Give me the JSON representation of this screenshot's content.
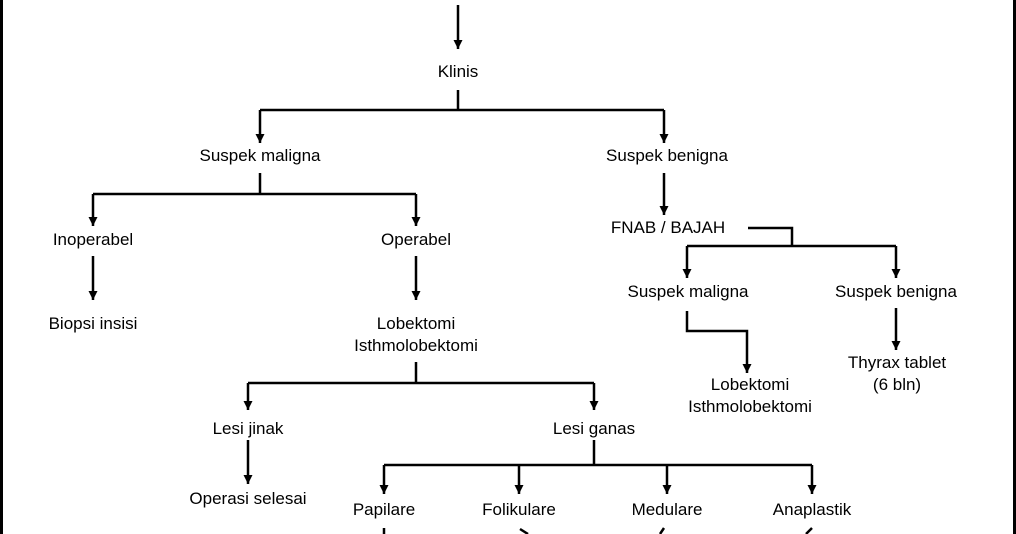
{
  "nodes": {
    "klinis": "Klinis",
    "suspek_maligna": "Suspek maligna",
    "suspek_benigna": "Suspek benigna",
    "inoperabel": "Inoperabel",
    "operabel": "Operabel",
    "biopsi_insisi": "Biopsi insisi",
    "lobektomi_1": "Lobektomi",
    "isthmolobektomi_1": "Isthmolobektomi",
    "lesi_jinak": "Lesi jinak",
    "lesi_ganas": "Lesi ganas",
    "operasi_selesai": "Operasi selesai",
    "papilare": "Papilare",
    "folikulare": "Folikulare",
    "medulare": "Medulare",
    "anaplastik": "Anaplastik",
    "fnab_bajah": "FNAB / BAJAH",
    "fnab_suspek_maligna": "Suspek maligna",
    "fnab_suspek_benigna": "Suspek benigna",
    "lobektomi_2": "Lobektomi",
    "isthmolobektomi_2": "Isthmolobektomi",
    "thyrax_tablet": "Thyrax tablet",
    "thyrax_duration": "(6 bln)"
  }
}
